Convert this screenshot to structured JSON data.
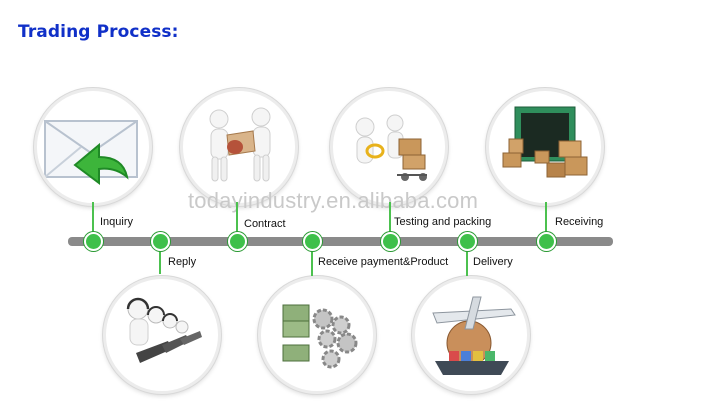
{
  "title": "Trading Process:",
  "watermark": "TODAYINDUSTRY.EN.ALIBABA.COM",
  "steps": [
    {
      "label": "Inquiry",
      "icon": "envelope-arrow-icon"
    },
    {
      "label": "Reply",
      "icon": "call-center-icon"
    },
    {
      "label": "Contract",
      "icon": "handshake-contract-icon"
    },
    {
      "label": "Receive payment&Product",
      "icon": "money-gears-icon"
    },
    {
      "label": "Testing and packing",
      "icon": "inspection-boxes-icon"
    },
    {
      "label": "Delivery",
      "icon": "plane-ship-globe-icon"
    },
    {
      "label": "Receiving",
      "icon": "container-cargo-icon"
    }
  ],
  "colors": {
    "title": "#1030c8",
    "timeline": "#8a8a8a",
    "dot": "#3ec04a",
    "watermark": "#c9c9c9"
  }
}
